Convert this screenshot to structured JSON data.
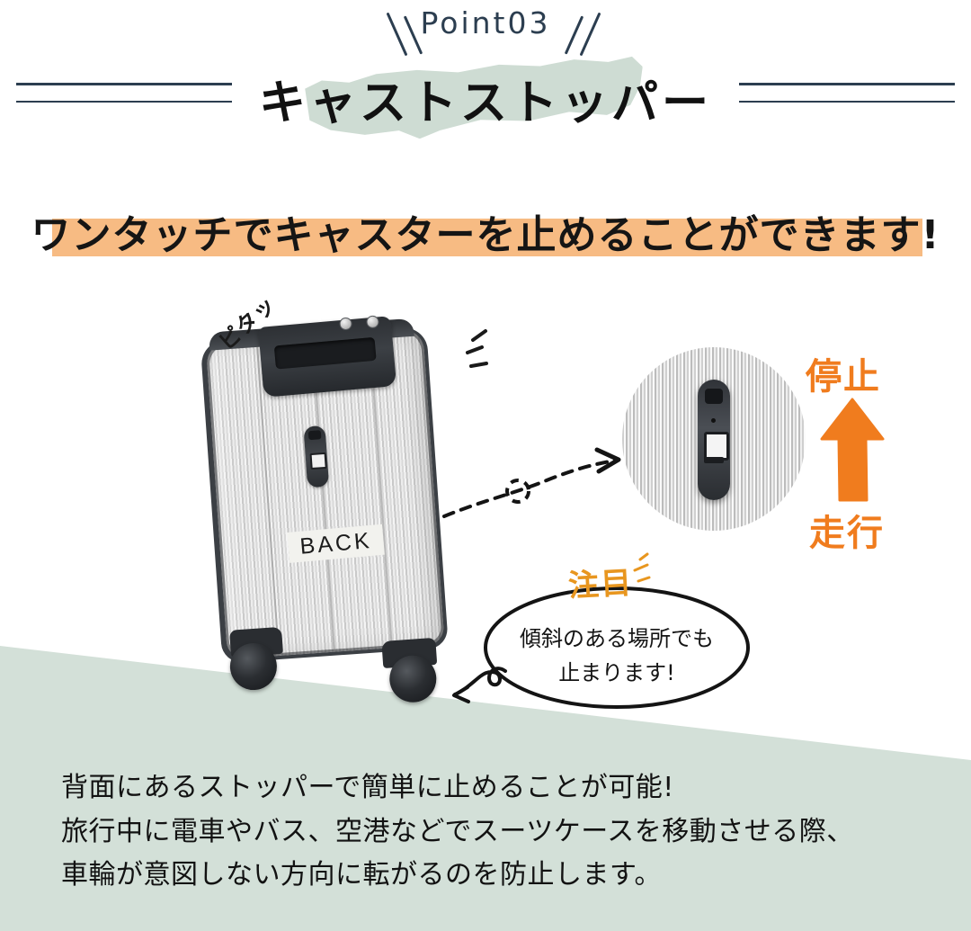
{
  "header": {
    "point_label": "Point03",
    "title": "キャストストッパー",
    "brush_color": "#cedcd3",
    "rule_color": "#2c3e50"
  },
  "headline": {
    "text": "ワンタッチでキャスターを止めることができます!",
    "band_color": "#f7bb83"
  },
  "product": {
    "back_label": "BACK",
    "onomatopoeia": "ピタッ"
  },
  "callouts": {
    "stop": "停止",
    "run": "走行",
    "accent_color": "#f07c1e",
    "attention": "注目",
    "attention_color": "#e8961f",
    "bubble_line1": "傾斜のある場所でも",
    "bubble_line2": "止まります!"
  },
  "description": {
    "line1": "背面にあるストッパーで簡単に止めることが可能!",
    "line2": "旅行中に電車やバス、空港などでスーツケースを移動させる際、",
    "line3": "車輪が意図しない方向に転がるのを防止します。"
  },
  "theme": {
    "slope_color": "#d3e0d8",
    "background": "#ffffff",
    "ink": "#111111"
  }
}
